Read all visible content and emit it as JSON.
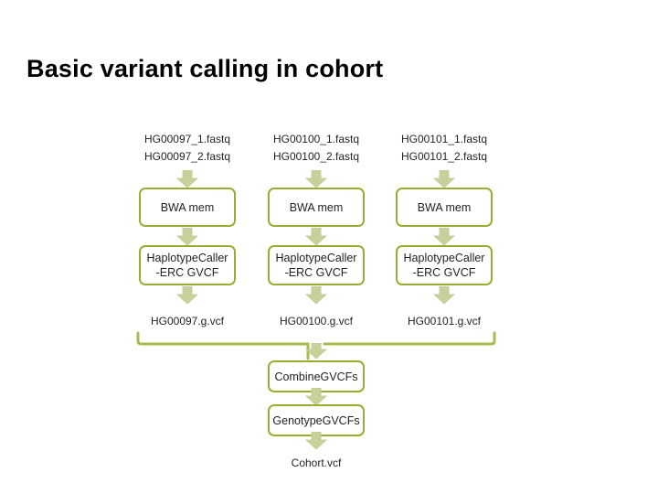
{
  "slide": {
    "title": "Basic variant calling in cohort",
    "background_color": "#ffffff",
    "title_color": "#000000"
  },
  "theme": {
    "box_border_color": "#9aad33",
    "box_fill_color": "#ffffff",
    "arrow_fill_color": "#c6d29a",
    "arrow_edge_color": "#b6c487",
    "bracket_color": "#a9bb4c",
    "text_color": "#231f20"
  },
  "diagram": {
    "type": "flowchart",
    "columns": [
      {
        "sample": "HG00097",
        "inputs": [
          "HG00097_1.fastq",
          "HG00097_2.fastq"
        ],
        "align_step": "BWA mem",
        "call_step_line1": "HaplotypeCaller",
        "call_step_line2": "-ERC GVCF",
        "output": "HG00097.g.vcf"
      },
      {
        "sample": "HG00100",
        "inputs": [
          "HG00100_1.fastq",
          "HG00100_2.fastq"
        ],
        "align_step": "BWA mem",
        "call_step_line1": "HaplotypeCaller",
        "call_step_line2": "-ERC GVCF",
        "output": "HG00100.g.vcf"
      },
      {
        "sample": "HG00101",
        "inputs": [
          "HG00101_1.fastq",
          "HG00101_2.fastq"
        ],
        "align_step": "BWA mem",
        "call_step_line1": "HaplotypeCaller",
        "call_step_line2": "-ERC GVCF",
        "output": "HG00101.g.vcf"
      }
    ],
    "merge": {
      "combine_step": "CombineGVCFs",
      "genotype_step": "GenotypeGVCFs",
      "final_output": "Cohort.vcf"
    }
  }
}
